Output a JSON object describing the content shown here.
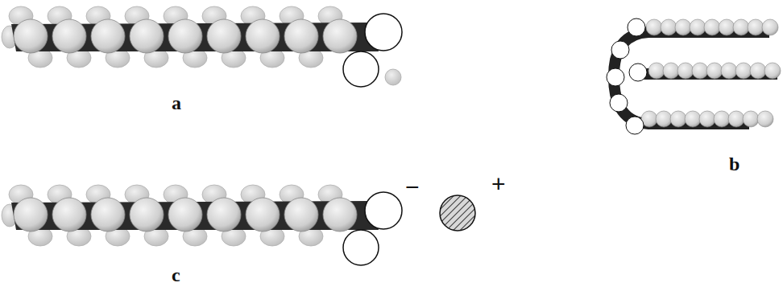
{
  "diagram": {
    "labels": [
      "a",
      "b",
      "c",
      "−",
      "+"
    ]
  }
}
